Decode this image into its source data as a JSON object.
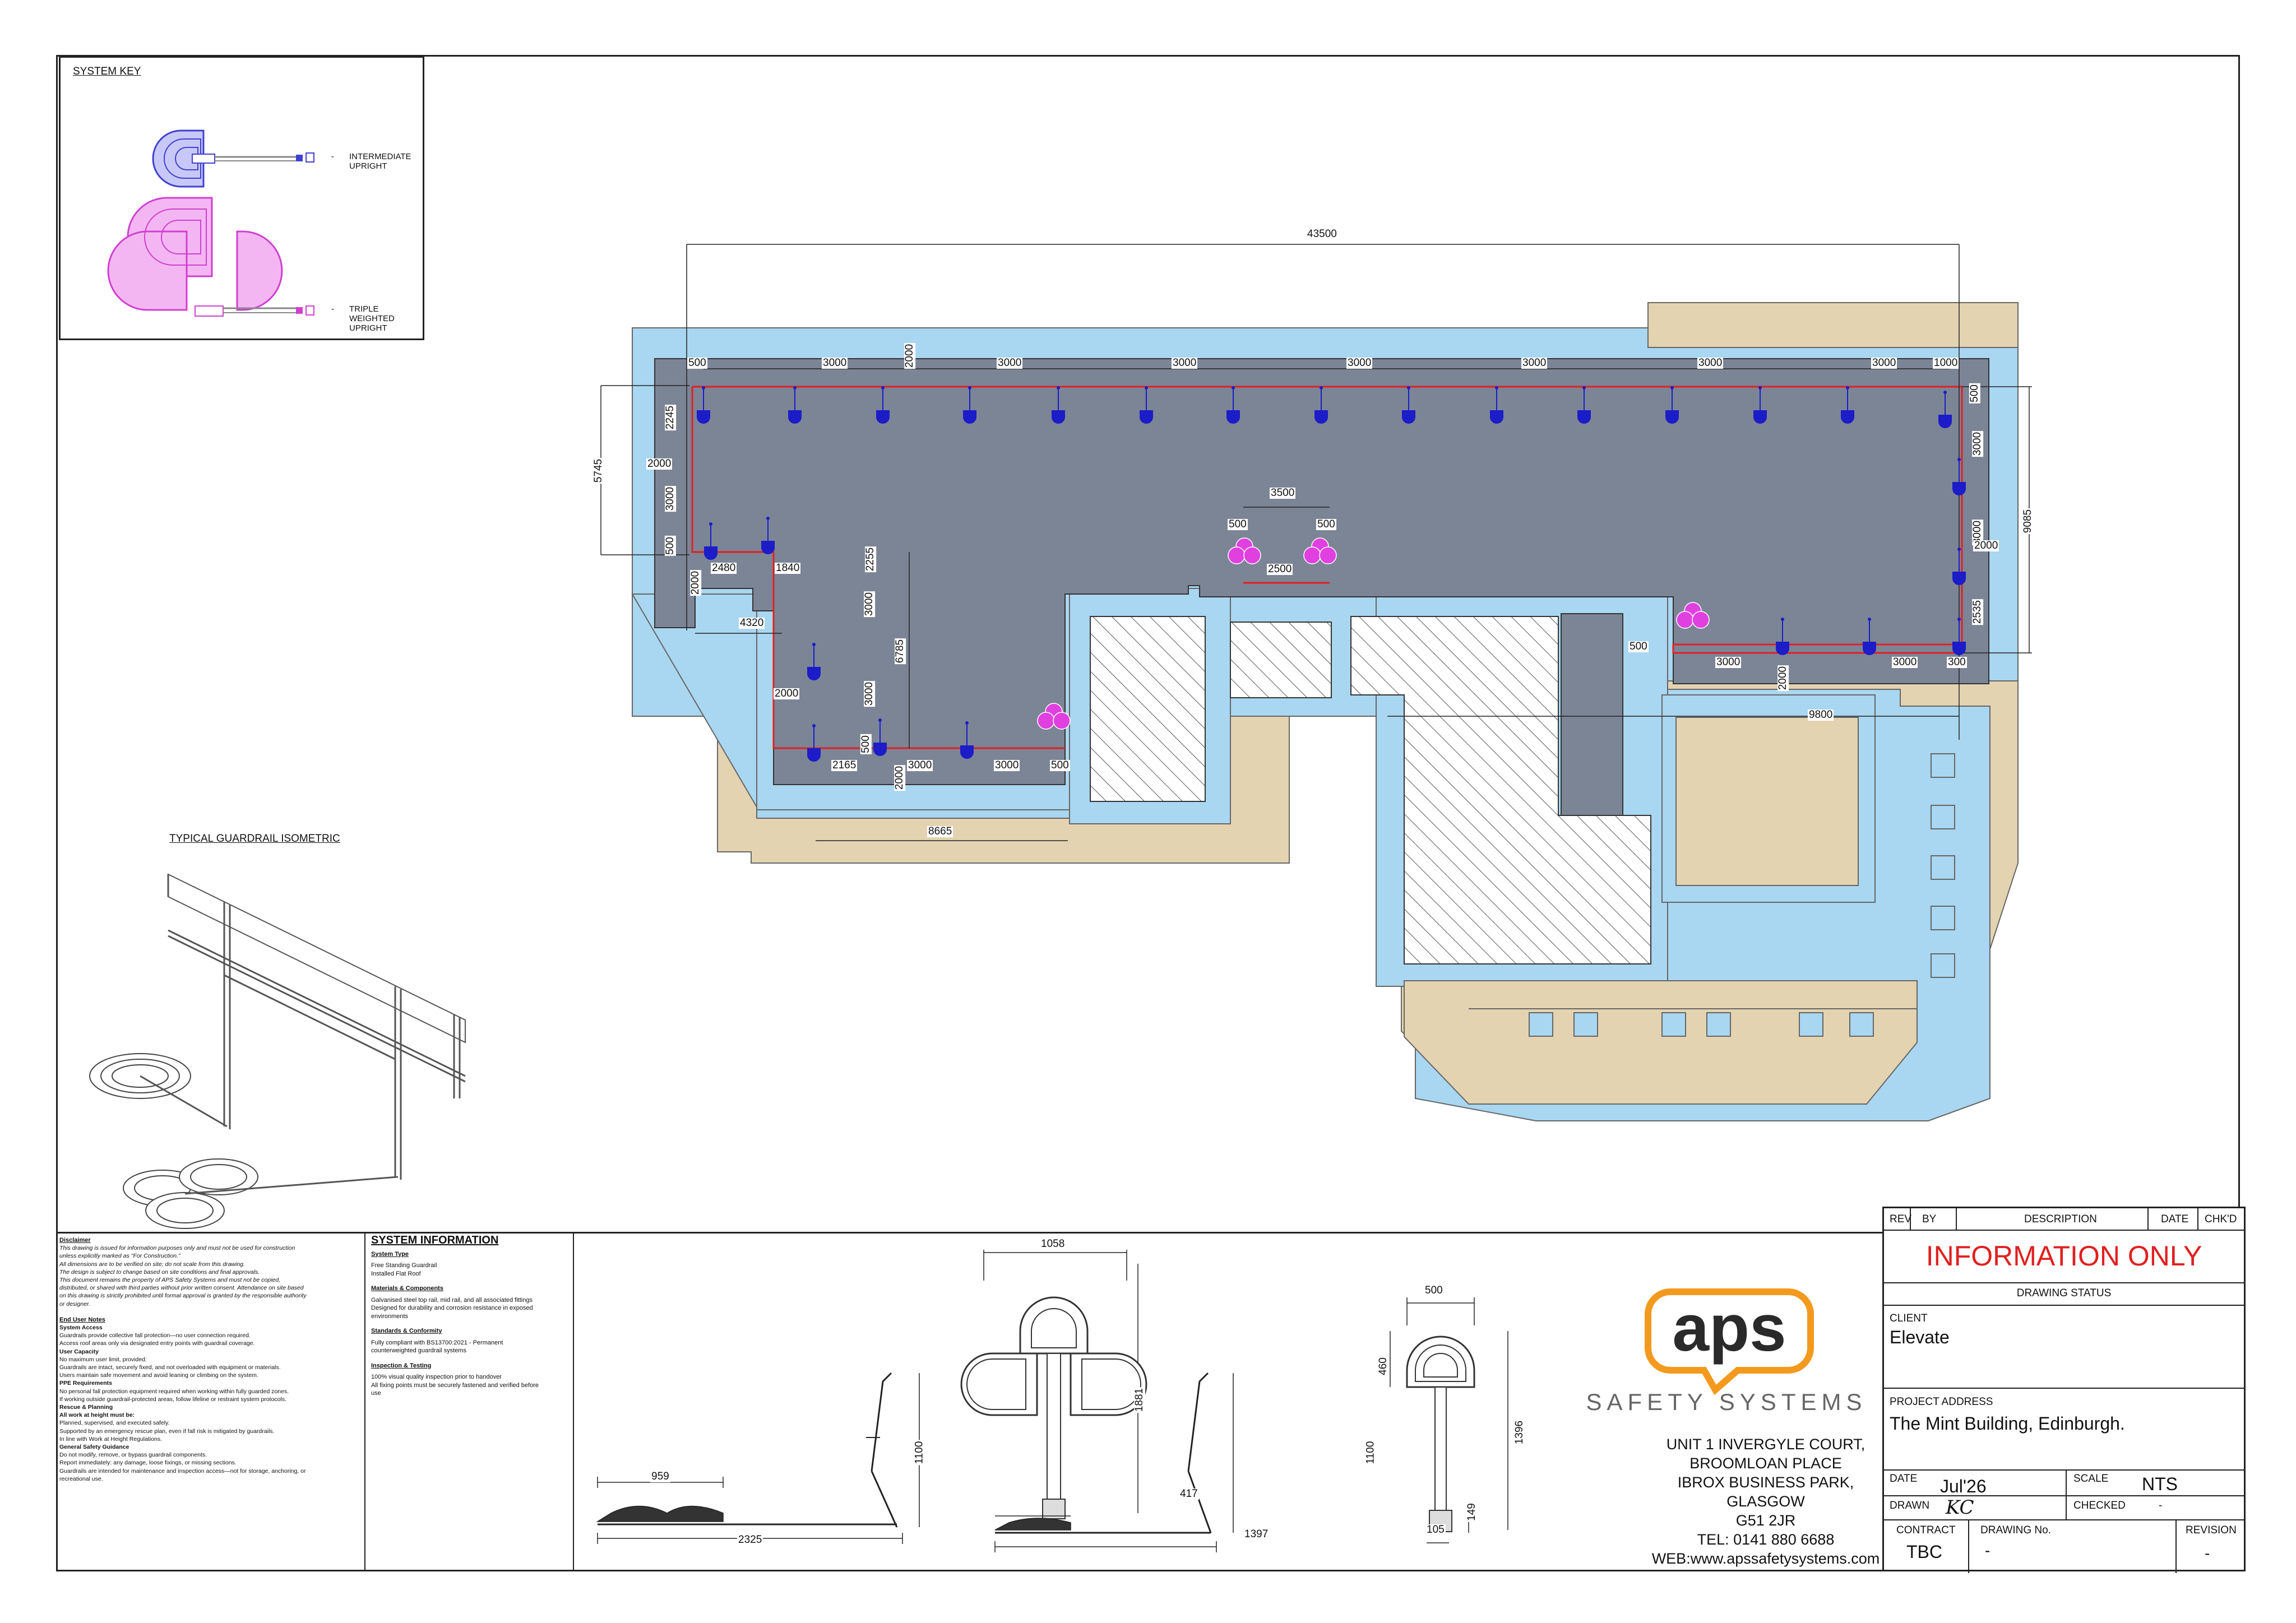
{
  "system_key": {
    "title": "SYSTEM KEY",
    "items": [
      {
        "label": "INTERMEDIATE UPRIGHT",
        "icon": "intermediate-upright-icon",
        "color": "#4040d0"
      },
      {
        "label": "TRIPLE WEIGHTED UPRIGHT",
        "icon": "triple-weighted-upright-icon",
        "color": "#e040e0"
      }
    ],
    "dash": "-"
  },
  "plan": {
    "overall_dim": "43500",
    "dims": {
      "d500a": "500",
      "d3000_1": "3000",
      "d3000_2": "3000",
      "d3000_3": "3000",
      "d3000_4": "3000",
      "d3000_5": "3000",
      "d3000_6": "3000",
      "d3000_7": "3000",
      "d1000": "1000",
      "d2000_top": "2000",
      "d5745": "5745",
      "d2245": "2245",
      "d2000_left": "2000",
      "d3000_left": "3000",
      "d500_left": "500",
      "d2000_lb": "2000",
      "d2480": "2480",
      "d1840": "1840",
      "d2255": "2255",
      "d4320": "4320",
      "d3000_mid1": "3000",
      "d3000_mid2": "3000",
      "d6785": "6785",
      "d2000_mid": "2000",
      "d500_mid": "500",
      "d2165": "2165",
      "d2000_bot": "2000",
      "d3000_b1": "3000",
      "d3000_b2": "3000",
      "d500_b": "500",
      "d8665": "8665",
      "d3500": "3500",
      "d500_c1": "500",
      "d500_c2": "500",
      "d2500": "2500",
      "d500_r1": "500",
      "d3000_r1": "3000",
      "d3000_r2": "3000",
      "d9085": "9085",
      "d2000_r": "2000",
      "d2535": "2535",
      "d300": "300",
      "d500_rb": "500",
      "d3000_rb1": "3000",
      "d3000_rb2": "3000",
      "d2000_rb": "2000",
      "d9800": "9800"
    },
    "colors": {
      "roof": "#7b8596",
      "surround": "#a9d6f0",
      "sand": "#e4d3b0",
      "guardrail": "#e02020",
      "intermediate": "#1c1cc8",
      "triple": "#e040e0",
      "hatch": "#444444"
    }
  },
  "isometric": {
    "title": "TYPICAL GUARDRAIL ISOMETRIC"
  },
  "disclaimer": {
    "title": "Disclaimer",
    "lines_italic": [
      "This drawing is issued for information purposes only and must not be used for construction",
      "unless explicitly marked as \"For Construction.\"",
      "All dimensions are to be verified on site; do not scale from this drawing.",
      "The design is subject to change based on site conditions and final approvals.",
      "This document remains the property of APS Safety Systems and must not be copied,",
      "distributed, or shared with third parties without prior written consent. Attendance on site based",
      "on this drawing is strictly prohibited until formal approval is granted by the responsible authority",
      "or designer."
    ],
    "end_user_title": "End User Notes",
    "sections": [
      {
        "h": "System Access",
        "lines": [
          "Guardrails provide collective fall protection—no user connection required.",
          "Access roof areas only via designated entry points with guardrail coverage."
        ]
      },
      {
        "h": "User Capacity",
        "lines": [
          "No maximum user limit, provided:",
          "Guardrails are intact, securely fixed, and not overloaded with equipment or materials.",
          "Users maintain safe movement and avoid leaning or climbing on the system."
        ]
      },
      {
        "h": "PPE Requirements",
        "lines": [
          "No personal fall protection equipment required when working within fully guarded zones.",
          "If working outside guardrail-protected areas, follow lifeline or restraint system protocols."
        ]
      },
      {
        "h": "Rescue & Planning",
        "lines": []
      },
      {
        "h": "All work at height must be:",
        "lines": [
          "Planned, supervised, and executed safely.",
          "Supported by an emergency rescue plan, even if fall risk is mitigated by guardrails.",
          "In line with Work at Height Regulations."
        ]
      },
      {
        "h": "General Safety Guidance",
        "lines": [
          "Do not modify, remove, or bypass guardrail components.",
          "Report immediately: any damage, loose fixings, or missing sections.",
          "Guardrails are intended for maintenance and inspection access—not for storage, anchoring, or",
          "recreational use."
        ]
      }
    ]
  },
  "system_information": {
    "title": "SYSTEM INFORMATION",
    "blocks": [
      {
        "h": "System Type",
        "lines": [
          "Free Standing Guardrail",
          "Installed Flat Roof"
        ]
      },
      {
        "h": "Materials & Components",
        "lines": [
          "Galvanised steel top rail, mid rail, and all associated fittings",
          "Designed for durability and corrosion resistance in exposed",
          "environments"
        ]
      },
      {
        "h": "Standards & Conformity",
        "lines": [
          "Fully compliant with BS13700:2021 - Permanent",
          "counterweighted guardrail systems"
        ]
      },
      {
        "h": "Inspection & Testing",
        "lines": [
          "100% visual quality inspection prior to handover",
          "All fixing points must be securely fastened and verified before",
          "use"
        ]
      }
    ]
  },
  "details": {
    "d1058": "1058",
    "d1881": "1881",
    "d1100a": "1100",
    "d959": "959",
    "d2325": "2325",
    "d500": "500",
    "d460": "460",
    "d1396": "1396",
    "d1100b": "1100",
    "d417": "417",
    "d1397": "1397",
    "d149": "149",
    "d105": "105"
  },
  "company": {
    "logo_text": "aps",
    "tagline": "SAFETY SYSTEMS",
    "brand_orange": "#f39a1e",
    "brand_dark": "#2a2a2a",
    "address": [
      "UNIT 1 INVERGYLE COURT,",
      "BROOMLOAN PLACE",
      "IBROX BUSINESS PARK,",
      "GLASGOW",
      "G51 2JR",
      "TEL:  0141 880 6688",
      "WEB:www.apssafetysystems.com"
    ]
  },
  "title_block": {
    "headers": {
      "rev": "REV",
      "by": "BY",
      "description": "DESCRIPTION",
      "date": "DATE",
      "chkd": "CHK'D"
    },
    "status": "INFORMATION ONLY",
    "status_label": "DRAWING STATUS",
    "client_label": "CLIENT",
    "client": "Elevate",
    "project_address_label": "PROJECT ADDRESS",
    "project_address": "The Mint Building, Edinburgh.",
    "date_label": "DATE",
    "date": "Jul'26",
    "scale_label": "SCALE",
    "scale": "NTS",
    "drawn_label": "DRAWN",
    "drawn": "KC",
    "checked_label": "CHECKED",
    "checked": "-",
    "contract_label": "CONTRACT",
    "contract": "TBC",
    "drawing_no_label": "DRAWING No.",
    "drawing_no": "-",
    "revision_label": "REVISION",
    "revision": "-"
  }
}
